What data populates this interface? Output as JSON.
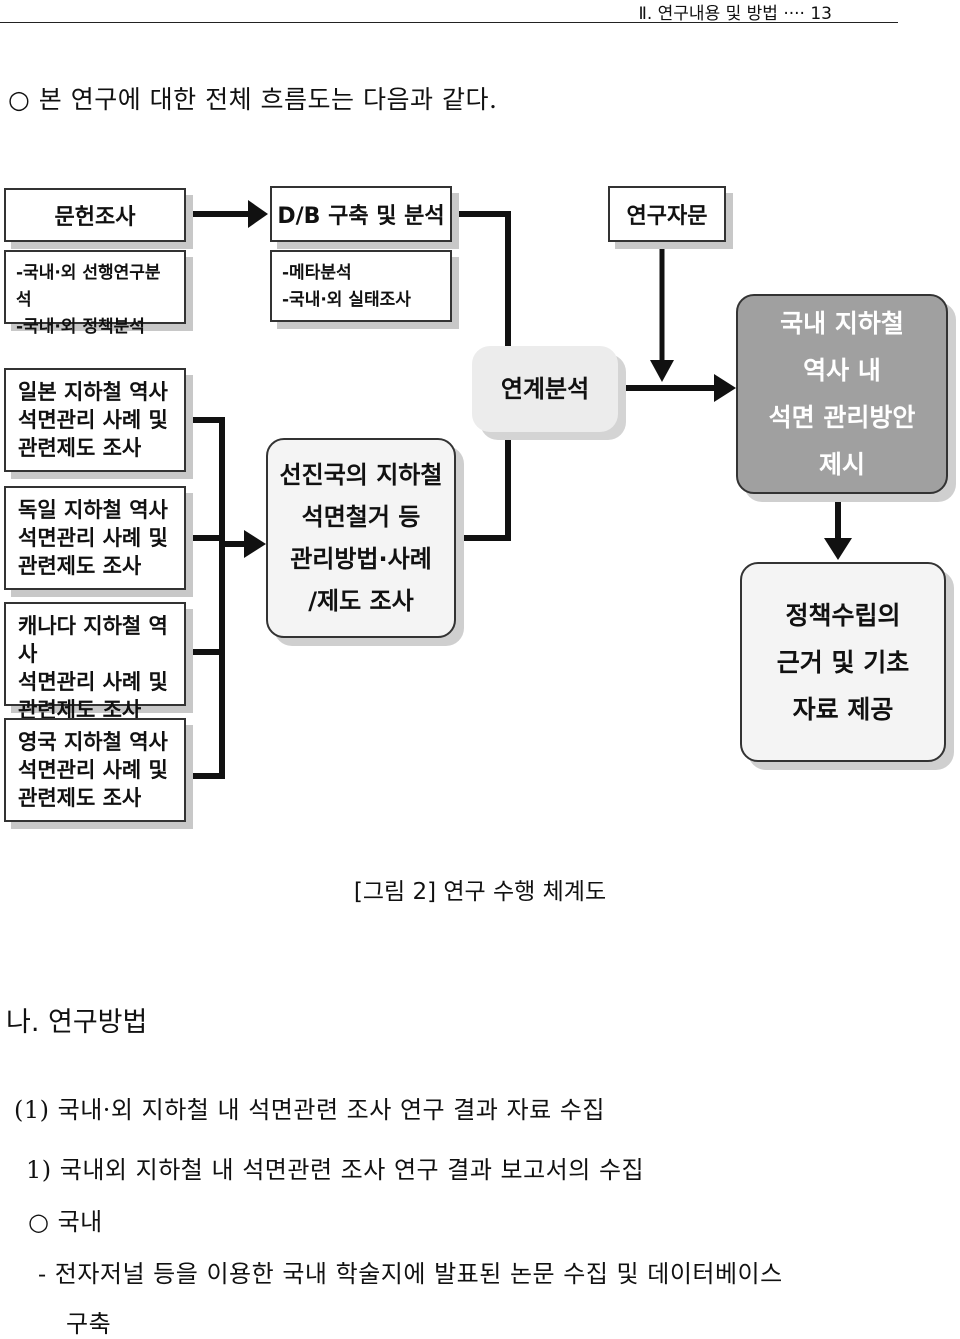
{
  "header": {
    "text": "Ⅱ. 연구내용 및 방법 ···· 13"
  },
  "intro": "○ 본 연구에 대한 전체 흐름도는 다음과 같다.",
  "diagram": {
    "lit_title": "문헌조사",
    "lit_items": "-국내·외 선행연구분석\n-국내·외 정책분석",
    "db_title": "D/B 구축 및 분석",
    "db_items": "-메타분석\n-국내·외 실태조사",
    "consult": "연구자문",
    "linkage": "연계분석",
    "japan": "일본 지하철 역사\n석면관리 사례 및\n관련제도 조사",
    "germany": "독일 지하철 역사\n석면관리 사례 및\n관련제도 조사",
    "canada": "캐나다 지하철 역사\n석면관리 사례 및\n관련제도 조사",
    "uk": "영국 지하철 역사\n석면관리 사례 및\n관련제도 조사",
    "advanced": "선진국의 지하철\n석면철거 등\n관리방법·사례\n/제도 조사",
    "result": "국내 지하철\n역사 내\n석면 관리방안\n제시",
    "policy": "정책수립의\n근거 및 기초\n자료 제공"
  },
  "caption": "[그림 2] 연구 수행 체계도",
  "section": {
    "title": "나. 연구방법",
    "sub1": "(1) 국내·외 지하철 내 석면관련 조사 연구 결과 자료 수집",
    "sub2": "1) 국내외 지하철 내 석면관련 조사 연구 결과 보고서의 수집",
    "bullet": "○ 국내",
    "dash": "- 전자저널 등을 이용한 국내 학술지에 발표된 논문 수집 및 데이터베이스",
    "dash_cont": "구축"
  }
}
